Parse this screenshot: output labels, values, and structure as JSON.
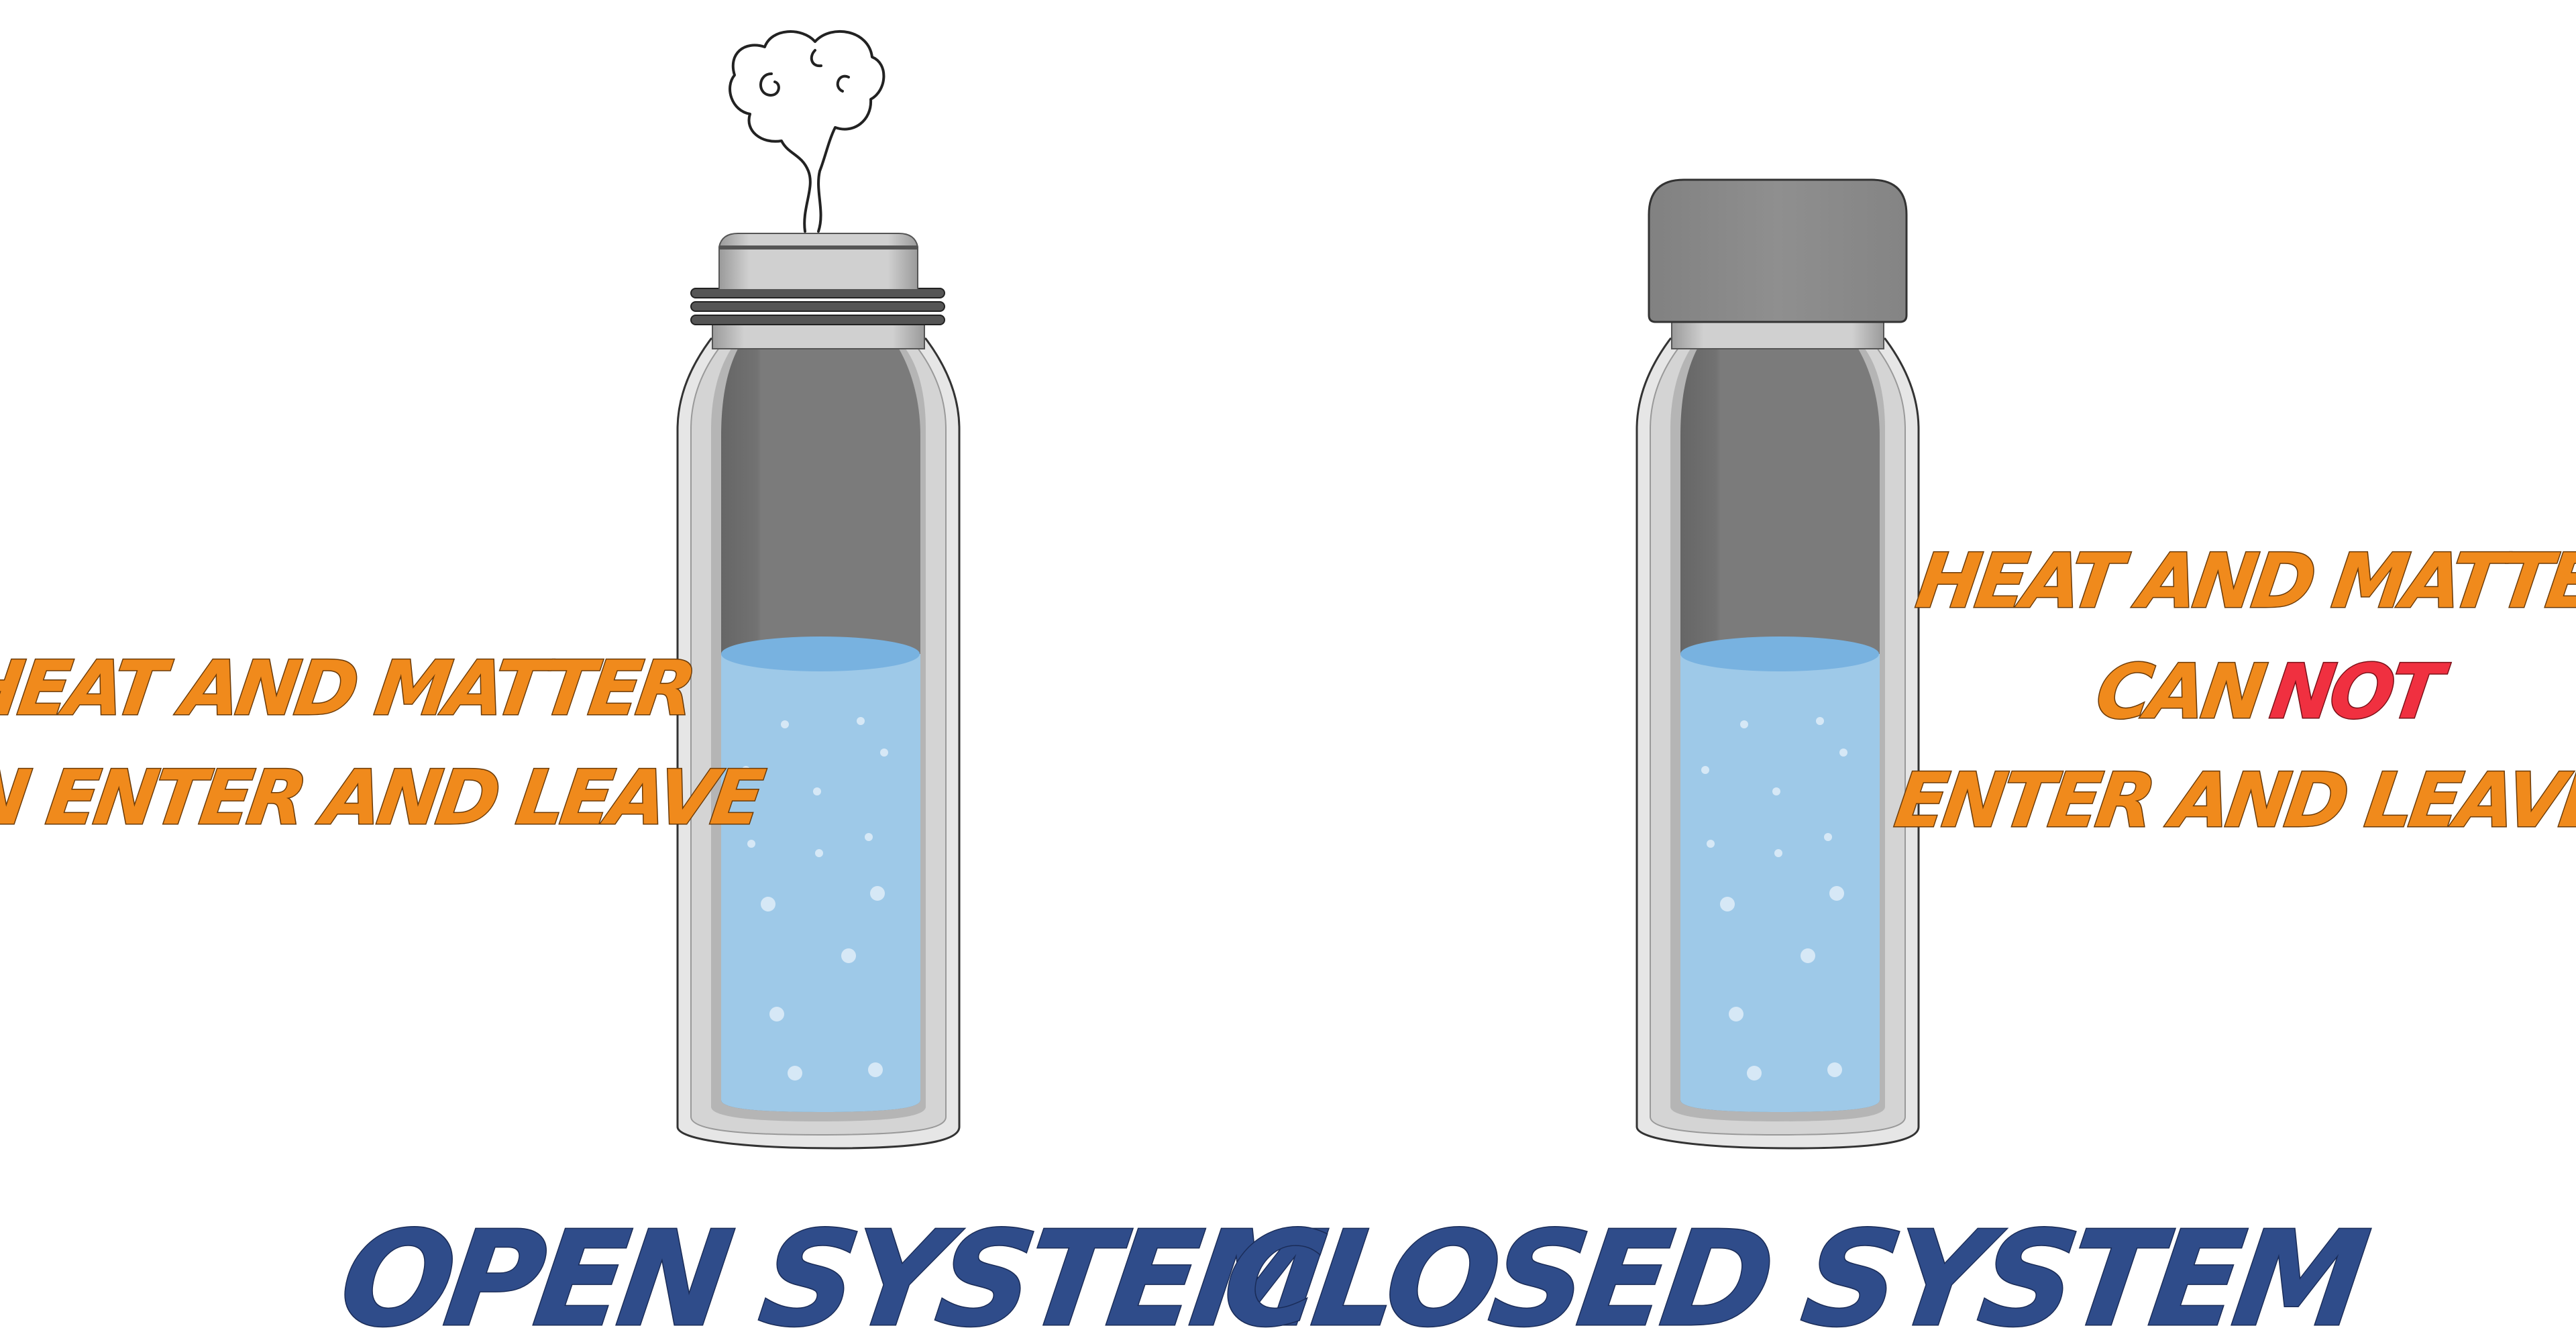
{
  "open_system": {
    "title": "OPEN SYSTEM",
    "caption_line1": "HEAT AND MATTER",
    "caption_line2": "CAN ENTER AND LEAVE"
  },
  "closed_system": {
    "title": "CLOSED SYSTEM",
    "caption_line1": "HEAT AND MATTER",
    "caption_line2_prefix": "CAN",
    "caption_line2_emphasis": "NOT",
    "caption_line3": "ENTER AND LEAVE"
  },
  "colors": {
    "caption": "#f08a1c",
    "emphasis": "#f03040",
    "title": "#2f4c8a",
    "water": "#9ec9e8",
    "water_surface": "#78b2e0",
    "bottle_outer": "#e3e3e3",
    "bottle_inner_dark": "#7a7a7a",
    "cap": "#8e8e8e"
  },
  "icons": {
    "steam": "steam-cloud-icon",
    "bubbles": "bubble-icon"
  }
}
